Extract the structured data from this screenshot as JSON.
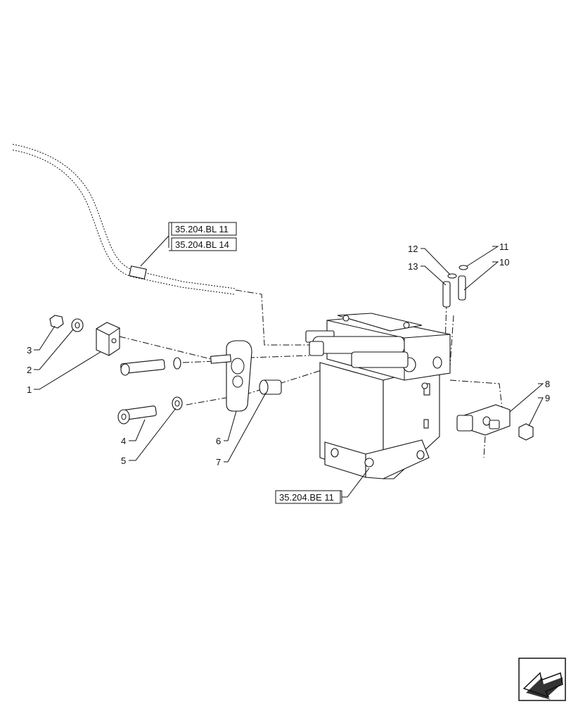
{
  "callouts": [
    {
      "id": "1",
      "text": "1"
    },
    {
      "id": "2",
      "text": "2"
    },
    {
      "id": "3",
      "text": "3"
    },
    {
      "id": "4",
      "text": "4"
    },
    {
      "id": "5",
      "text": "5"
    },
    {
      "id": "6",
      "text": "6"
    },
    {
      "id": "7",
      "text": "7"
    },
    {
      "id": "8",
      "text": "8"
    },
    {
      "id": "9",
      "text": "9"
    },
    {
      "id": "10",
      "text": "10"
    },
    {
      "id": "11",
      "text": "11"
    },
    {
      "id": "12",
      "text": "12"
    },
    {
      "id": "13",
      "text": "13"
    }
  ],
  "references": {
    "bl11": "35.204.BL 11",
    "bl14": "35.204.BL 14",
    "be11": "35.204.BE 11"
  },
  "nav": {
    "icon": "arrow-icon"
  }
}
